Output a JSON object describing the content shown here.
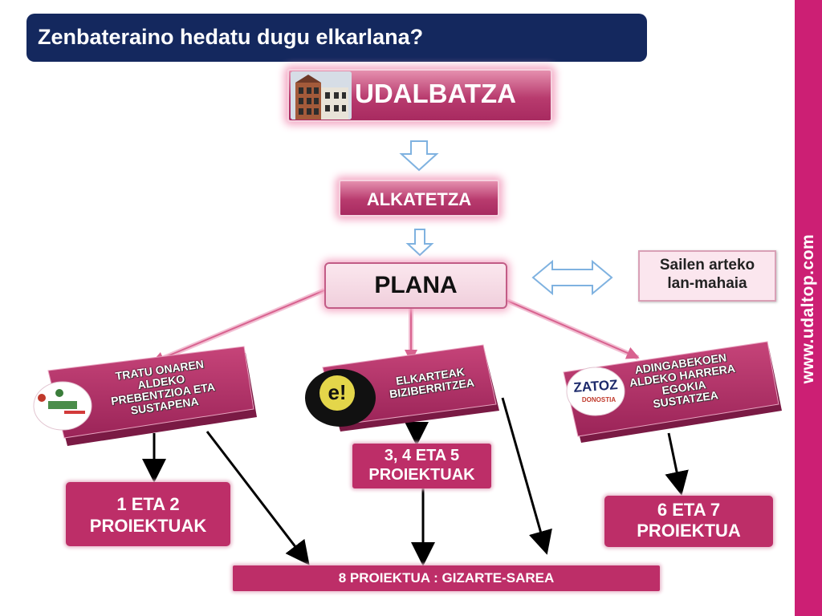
{
  "title": "Zenbateraino hedatu dugu elkarlana?",
  "side_url": "www.udaltop.com",
  "colors": {
    "title_bg": "#14285e",
    "strip": "#cc1f74",
    "project_box": "#bd2e68",
    "node_pink": "#b83b6e"
  },
  "nodes": {
    "udalbatza": "UDALBATZA",
    "alkatetza": "ALKATETZA",
    "plana": "PLANA",
    "sailen": [
      "Sailen arteko",
      "lan-mahaia"
    ]
  },
  "branches": {
    "left": [
      "TRATU ONAREN",
      "ALDEKO",
      "PREBENTZIOA ETA",
      "SUSTAPENA"
    ],
    "center": [
      "ELKARTEAK",
      "BIZIBERRITZEA"
    ],
    "right": [
      "ADINGABEKOEN",
      "ALDEKO HARRERA",
      "EGOKIA",
      "SUSTATZEA"
    ]
  },
  "logos": {
    "center_letter": "e!",
    "right_logo": "ZATOZ",
    "right_logo_sub": "DONOSTIA"
  },
  "projects": {
    "p12": [
      "1 ETA 2",
      "PROIEKTUAK"
    ],
    "p345": [
      "3, 4 ETA 5",
      "PROIEKTUAK"
    ],
    "p67": [
      "6 ETA 7",
      "PROIEKTUA"
    ],
    "p8": "8 PROIEKTUA : GIZARTE-SAREA"
  }
}
